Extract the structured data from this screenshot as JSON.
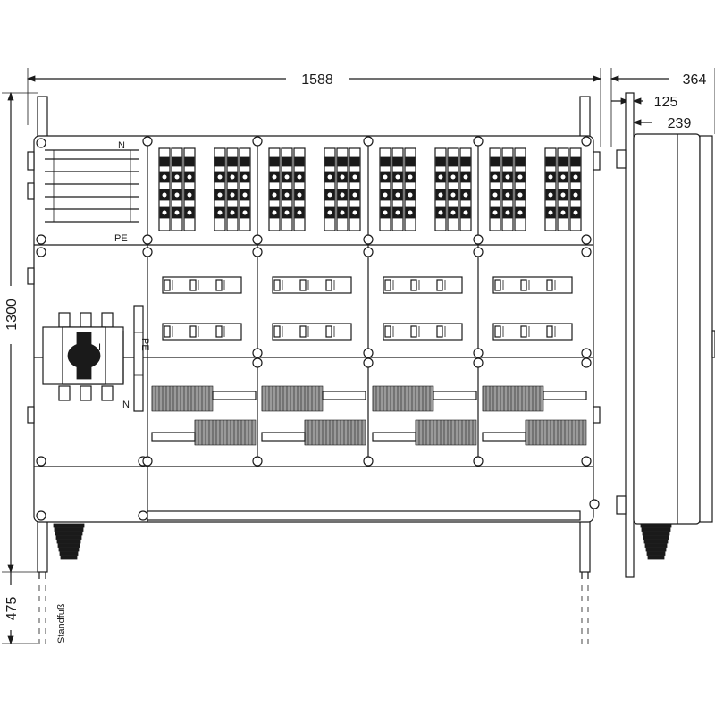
{
  "dimensions": {
    "width_total": "1588",
    "depth_total": "364",
    "depth_a": "125",
    "depth_b": "239",
    "height": "1300",
    "foot_height": "475"
  },
  "labels": {
    "n_top": "N",
    "pe_top": "PE",
    "pe_side": "PE",
    "n_side": "N",
    "switch_mark": "I",
    "foot": "Standfuß"
  }
}
